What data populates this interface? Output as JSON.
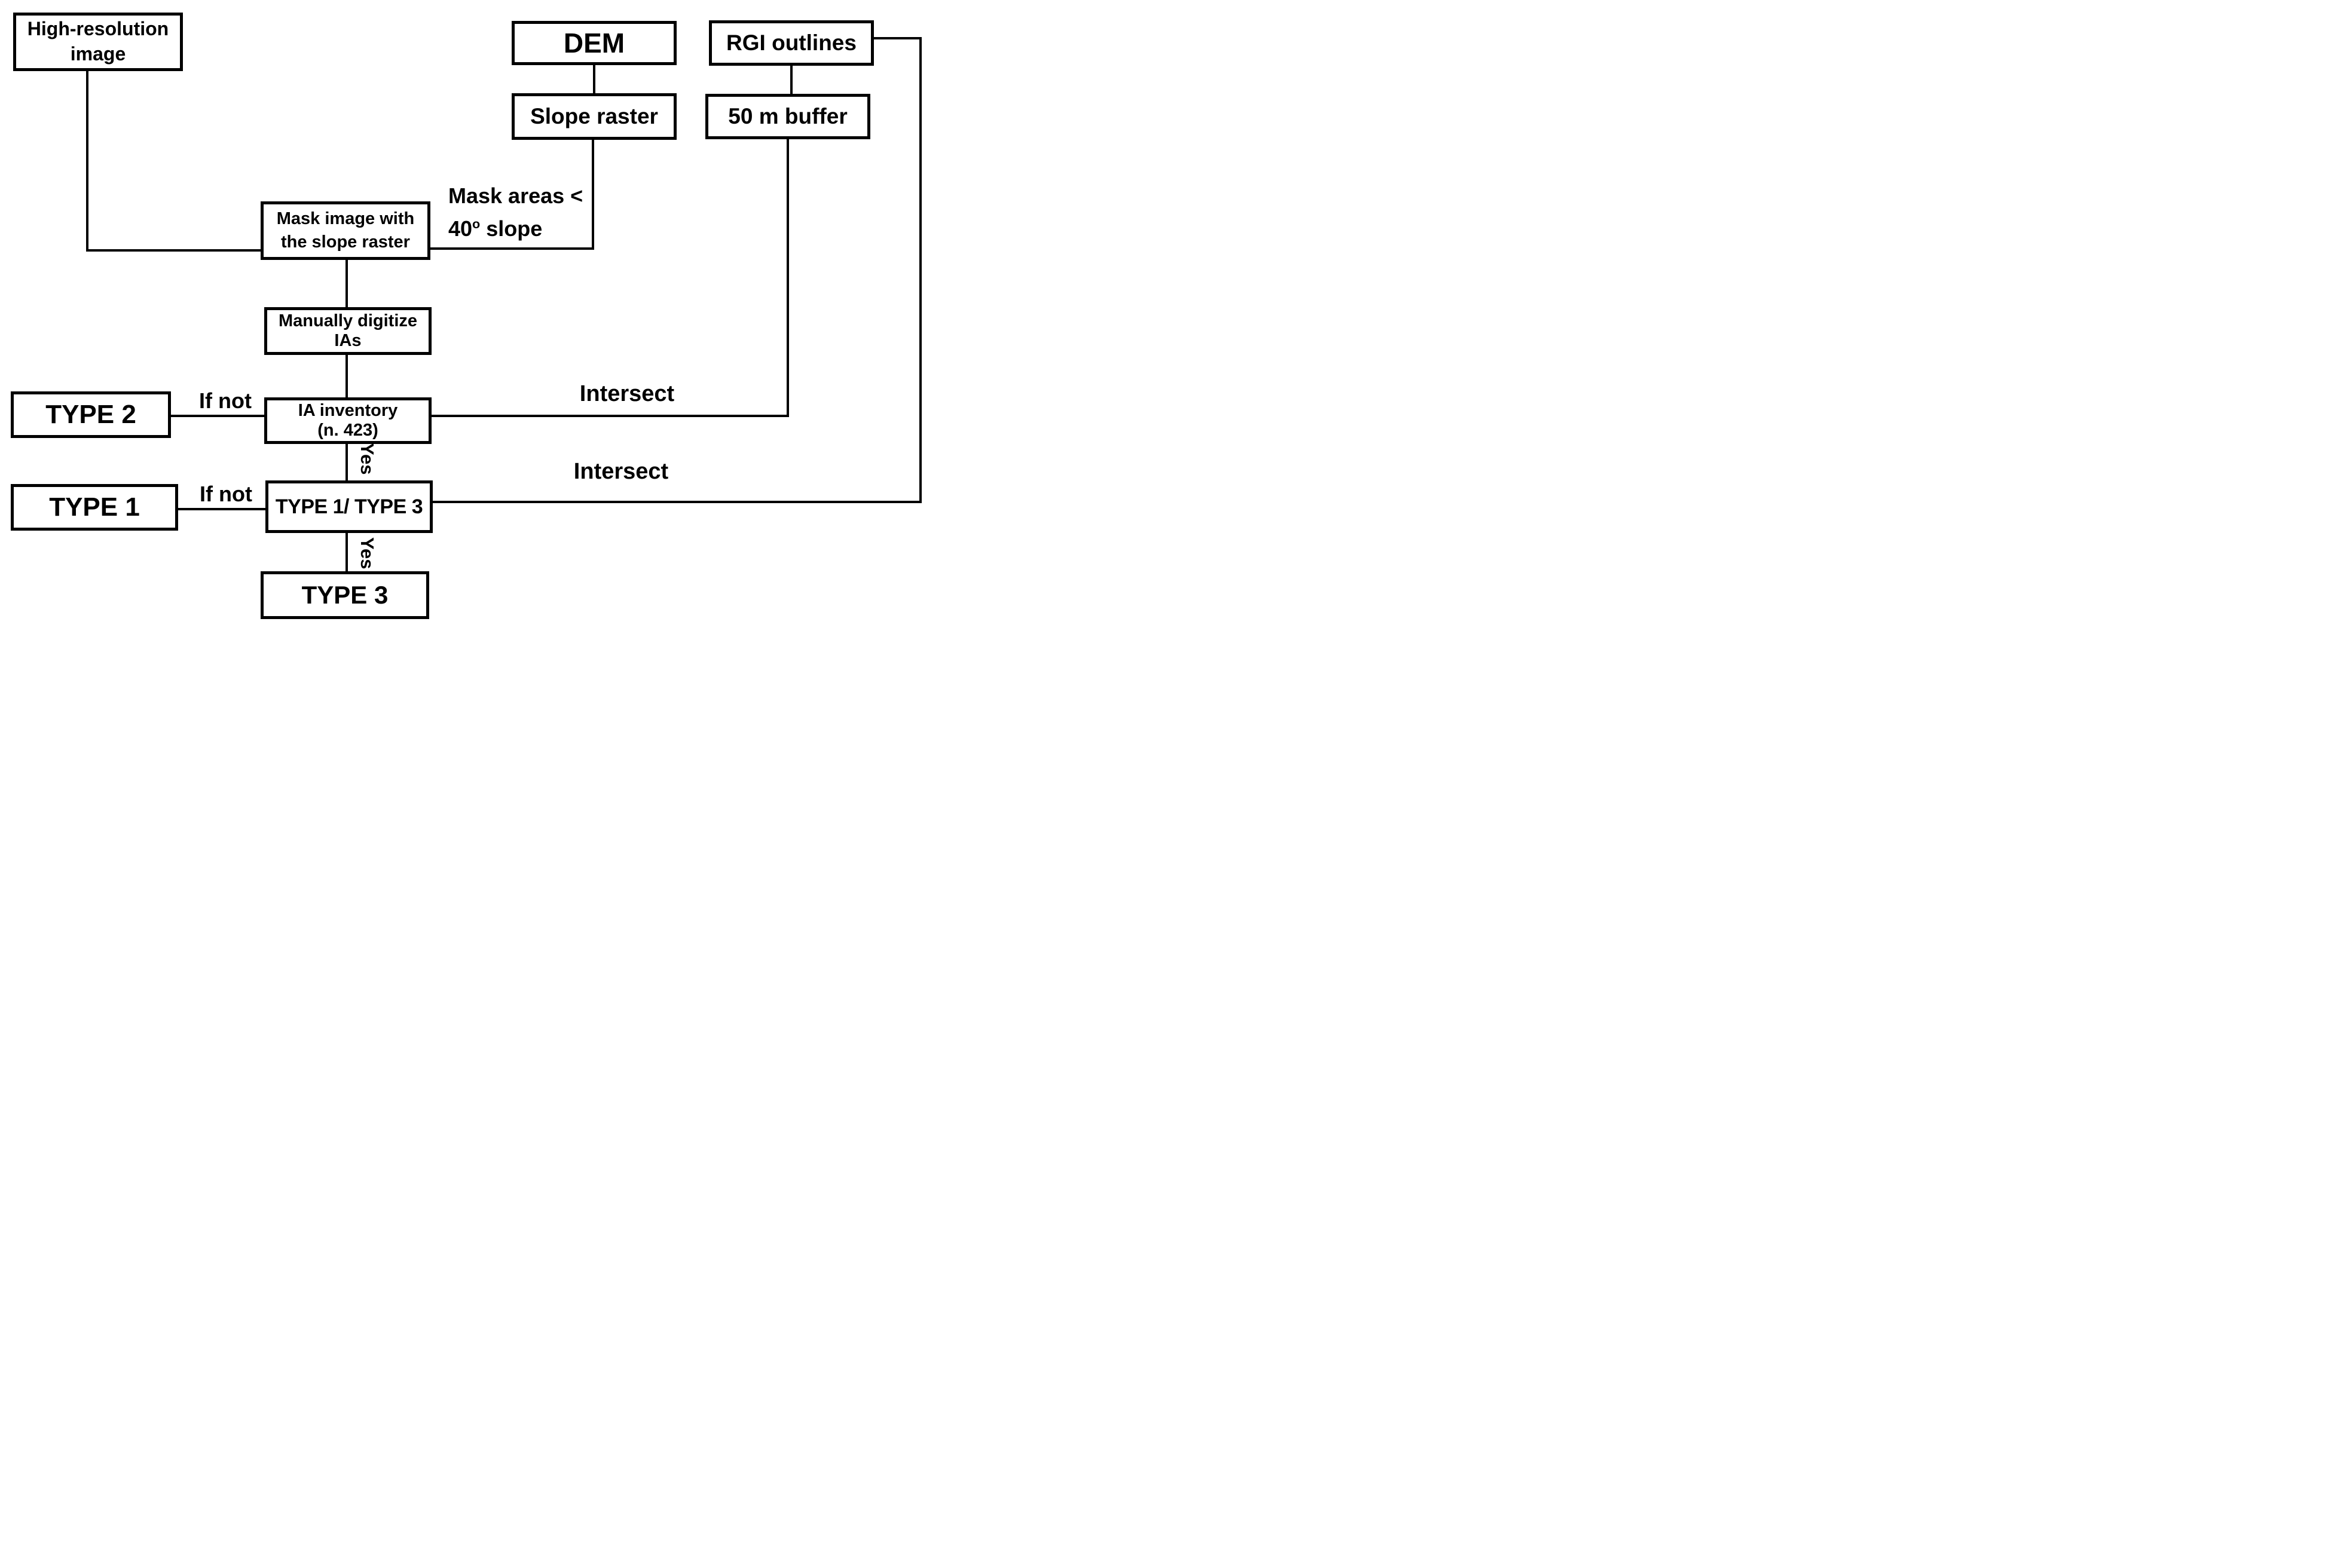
{
  "nodes": {
    "high_res": {
      "label": "High-resolution\nimage"
    },
    "dem": {
      "label": "DEM"
    },
    "rgi": {
      "label": "RGI outlines"
    },
    "slope": {
      "label": "Slope raster"
    },
    "buffer": {
      "label": "50 m buffer"
    },
    "mask": {
      "label": "Mask image with\nthe slope raster"
    },
    "digitize": {
      "label": "Manually digitize\nIAs"
    },
    "inventory": {
      "label": "IA inventory\n(n. 423)"
    },
    "type2": {
      "label": "TYPE 2"
    },
    "t1t3": {
      "label": "TYPE 1/ TYPE 3"
    },
    "type1": {
      "label": "TYPE 1"
    },
    "type3": {
      "label": "TYPE 3"
    }
  },
  "labels": {
    "mask_line1": "Mask areas <",
    "mask_line2_num": "40",
    "mask_line2_sup": "o",
    "mask_line2_rest": " slope",
    "intersect_upper": "Intersect",
    "intersect_lower": "Intersect",
    "if_not_upper": "If not",
    "if_not_lower": "If not",
    "yes_upper": "Yes",
    "yes_lower": "Yes"
  },
  "colors": {
    "ink": "#000000",
    "background": "#ffffff"
  }
}
